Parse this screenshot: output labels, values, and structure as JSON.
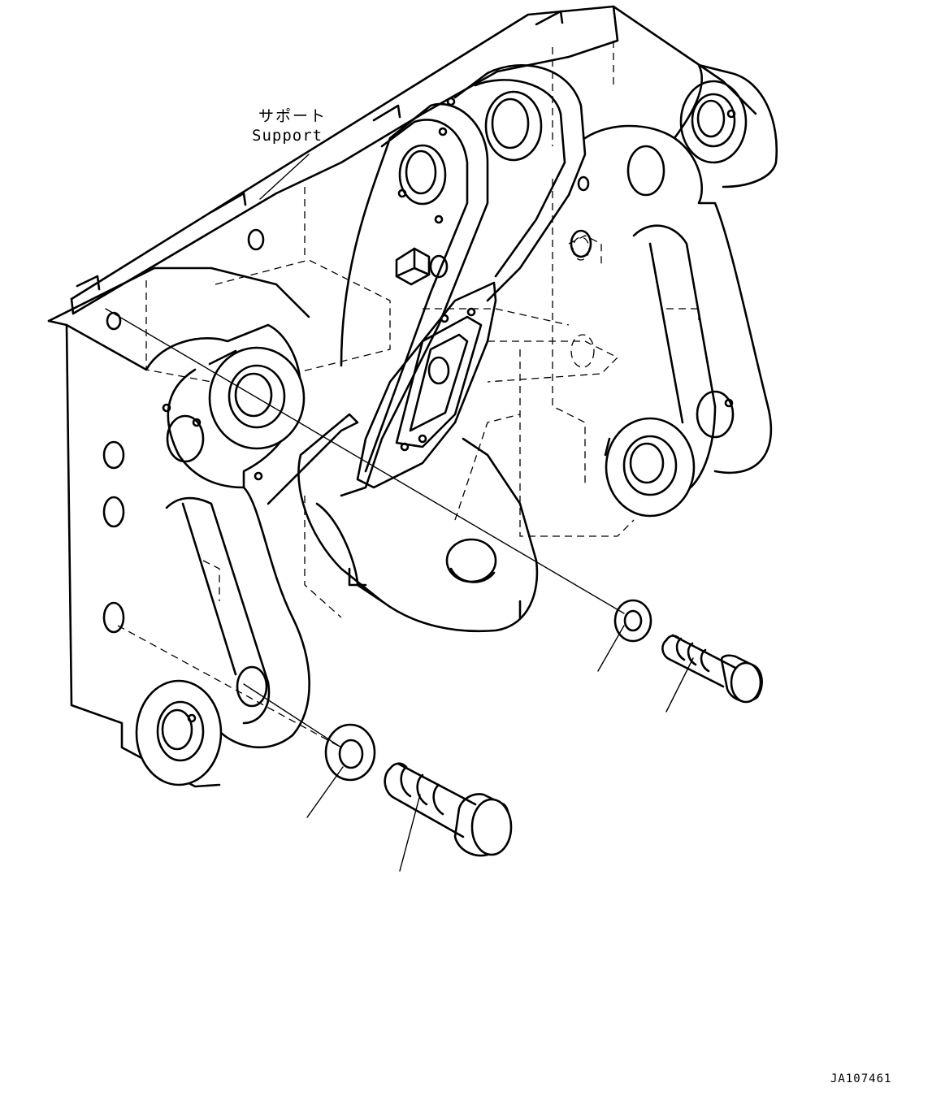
{
  "callout": {
    "label_jp": "サポート",
    "label_en": "Support"
  },
  "drawing_number": "JA107461",
  "colors": {
    "background": "#ffffff",
    "line": "#000000"
  }
}
